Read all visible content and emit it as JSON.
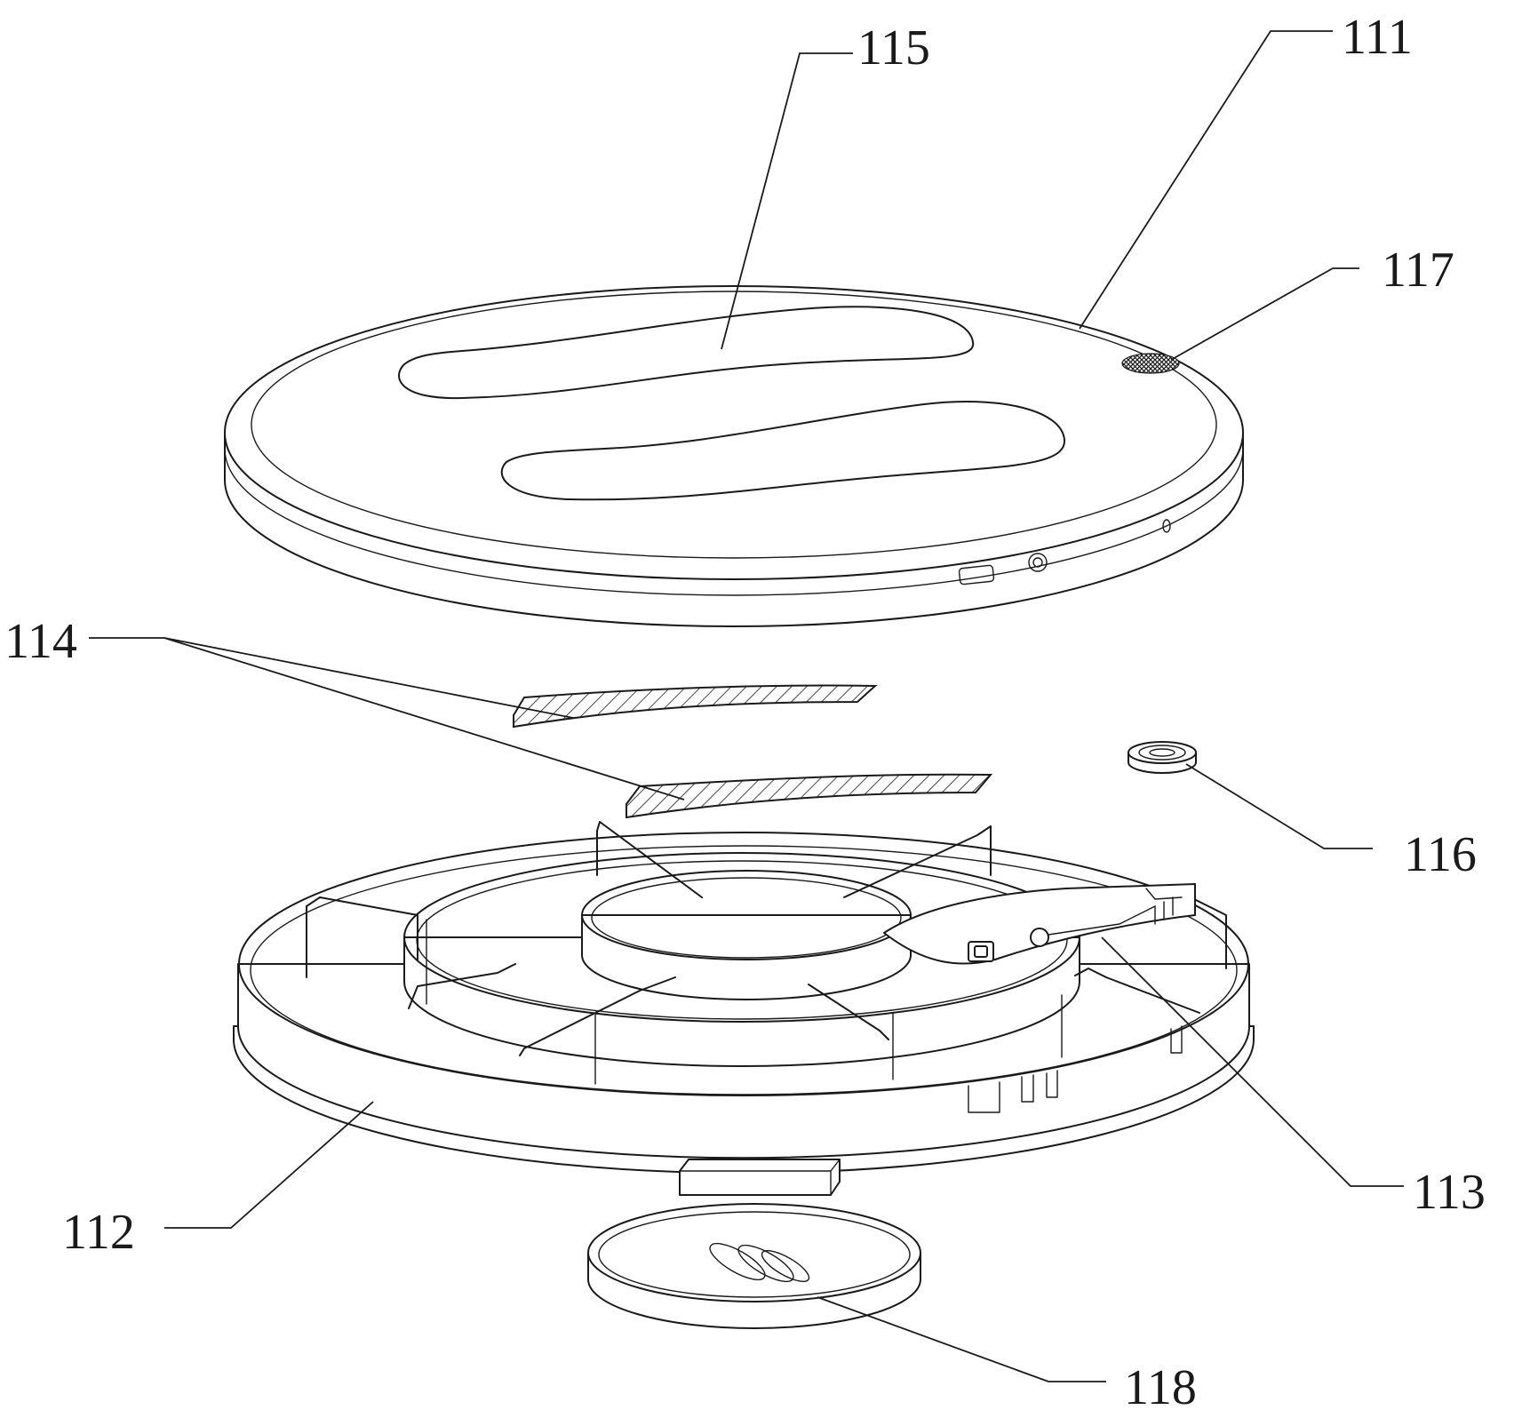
{
  "labels": {
    "l111": "111",
    "l112": "112",
    "l113": "113",
    "l114": "114",
    "l115": "115",
    "l116": "116",
    "l117": "117",
    "l118": "118"
  },
  "colors": {
    "line": "#1a1a1a",
    "background": "#ffffff"
  }
}
